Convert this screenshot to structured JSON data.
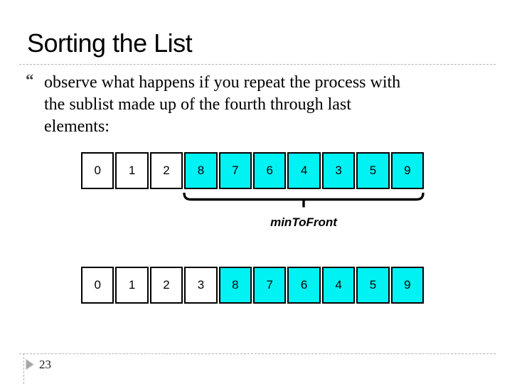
{
  "title": "Sorting the List",
  "bullet": {
    "glyph": "“",
    "lines": [
      "observe what happens if you repeat the process with",
      "the sublist made up of the fourth through last",
      "elements:"
    ]
  },
  "array_rows": {
    "row1": {
      "cells": [
        {
          "value": "0",
          "highlight": false
        },
        {
          "value": "1",
          "highlight": false
        },
        {
          "value": "2",
          "highlight": false
        },
        {
          "value": "8",
          "highlight": true
        },
        {
          "value": "7",
          "highlight": true
        },
        {
          "value": "6",
          "highlight": true
        },
        {
          "value": "4",
          "highlight": true
        },
        {
          "value": "3",
          "highlight": true
        },
        {
          "value": "5",
          "highlight": true
        },
        {
          "value": "9",
          "highlight": true
        }
      ]
    },
    "row2": {
      "cells": [
        {
          "value": "0",
          "highlight": false
        },
        {
          "value": "1",
          "highlight": false
        },
        {
          "value": "2",
          "highlight": false
        },
        {
          "value": "3",
          "highlight": false
        },
        {
          "value": "8",
          "highlight": true
        },
        {
          "value": "7",
          "highlight": true
        },
        {
          "value": "6",
          "highlight": true
        },
        {
          "value": "4",
          "highlight": true
        },
        {
          "value": "5",
          "highlight": true
        },
        {
          "value": "9",
          "highlight": true
        }
      ]
    }
  },
  "bracket_label": "minToFront",
  "page_number": "23",
  "colors": {
    "highlight_cell": "#00F2F2",
    "cell_border": "#000000",
    "dashed_line": "#B3B3B3",
    "bullet_glyph": "#404040",
    "footer_arrow": "#A6A6A6",
    "footer_arrow_edge": "#D9D9D9",
    "bracket": "#000000"
  }
}
